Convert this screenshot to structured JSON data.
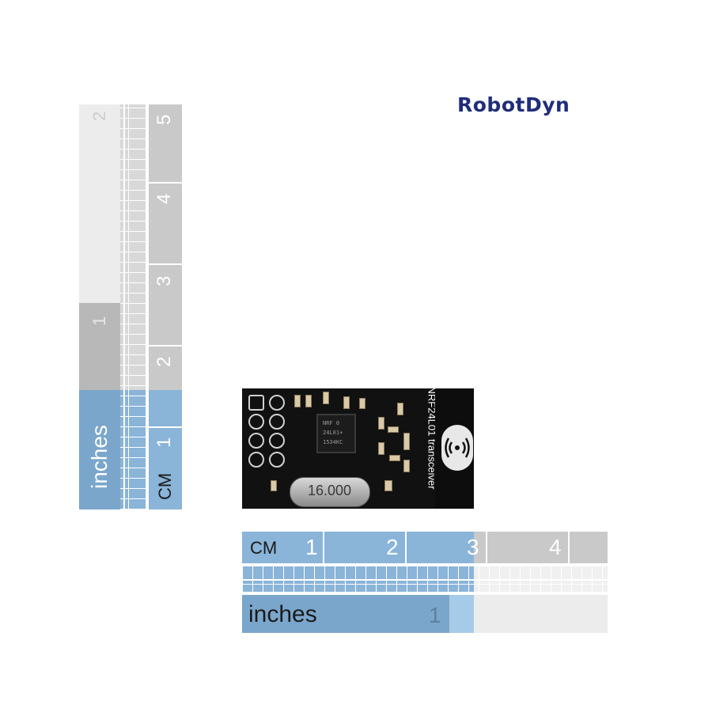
{
  "brand": {
    "logo": "RobotDyn"
  },
  "vertical_ruler": {
    "inch_label": "inches",
    "inch_numbers": [
      "1",
      "2"
    ],
    "cm_label": "CM",
    "cm_numbers": [
      "1",
      "2",
      "3",
      "4",
      "5"
    ]
  },
  "horizontal_ruler": {
    "cm_label": "CM",
    "cm_numbers": [
      "1",
      "2",
      "3",
      "4"
    ],
    "inch_label": "inches",
    "inch_numbers": [
      "1"
    ]
  },
  "board": {
    "module_label": "NRF24L01 transceiver",
    "chip_text": [
      "NRF 0",
      "24L01+",
      "1534KC"
    ],
    "crystal_text": "16.000"
  },
  "colors": {
    "logo": "#1f2d7a",
    "ruler_blue": "#8ab4d8",
    "ruler_blue_dark": "#7aa6cc",
    "ruler_gray": "#c9c9c9",
    "ruler_gray_light": "#ececec",
    "pcb": "#111111"
  }
}
